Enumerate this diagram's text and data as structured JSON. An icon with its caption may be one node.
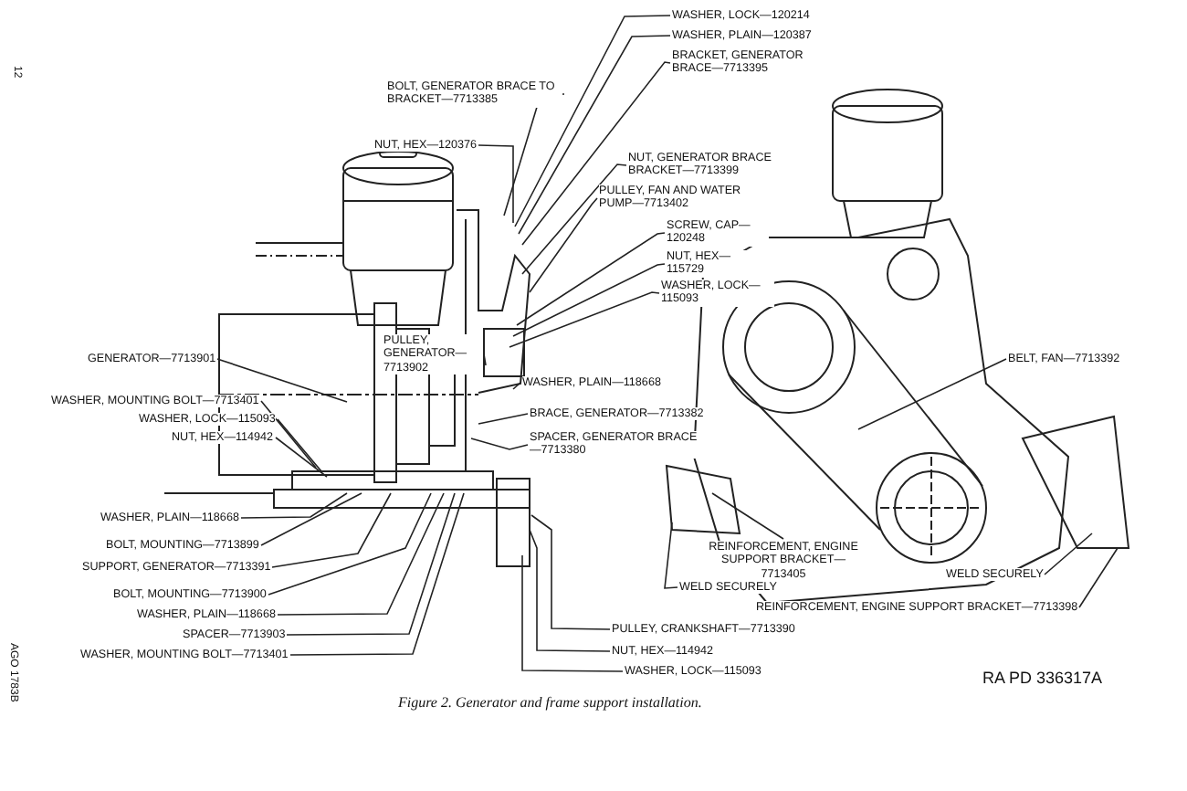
{
  "diagram": {
    "caption": "Figure 2. Generator and frame support installation.",
    "nodes": [
      {
        "text": [
          "BOLT, GENERATOR BRACE TO BRACKET—7713385"
        ]
      },
      {
        "text": [
          "NUT, HEX—120376"
        ]
      },
      {
        "text": [
          "WASHER, LOCK—120214"
        ]
      },
      {
        "text": [
          "WASHER, PLAIN—120387"
        ]
      },
      {
        "text": [
          "BRACKET, GENERATOR BRACE—7713395"
        ]
      },
      {
        "text": [
          "NUT, GENERATOR BRACE BRACKET—7713399"
        ]
      },
      {
        "text": [
          "PULLEY, FAN AND WATER PUMP—7713402"
        ]
      },
      {
        "text": [
          "SCREW, CAP—120248"
        ]
      },
      {
        "text": [
          "NUT, HEX—115729"
        ]
      },
      {
        "text": [
          "WASHER, LOCK—115093"
        ]
      },
      {
        "text": [
          "PULLEY, GENERATOR—7713902"
        ]
      },
      {
        "text": [
          "GENERATOR—7713901"
        ]
      },
      {
        "text": [
          "WASHER, PLAIN—118668"
        ]
      },
      {
        "text": [
          "BRACE, GENERATOR—7713382"
        ]
      },
      {
        "text": [
          "SPACER, GENERATOR BRACE—7713380"
        ]
      },
      {
        "text": [
          "WASHER, MOUNTING BOLT—7713401"
        ]
      },
      {
        "text": [
          "WASHER, LOCK—115093"
        ]
      },
      {
        "text": [
          "NUT, HEX—114942"
        ]
      },
      {
        "text": [
          "WASHER, PLAIN—118668"
        ]
      },
      {
        "text": [
          "BOLT, MOUNTING—7713899"
        ]
      },
      {
        "text": [
          "SUPPORT, GENERATOR—7713391"
        ]
      },
      {
        "text": [
          "BOLT, MOUNTING—7713900"
        ]
      },
      {
        "text": [
          "WASHER, PLAIN—118668"
        ]
      },
      {
        "text": [
          "SPACER—7713903"
        ]
      },
      {
        "text": [
          "WASHER, MOUNTING BOLT—7713401"
        ]
      },
      {
        "text": [
          "PULLEY, CRANKSHAFT—7713390"
        ]
      },
      {
        "text": [
          "NUT, HEX—114942"
        ]
      },
      {
        "text": [
          "WASHER, LOCK—115093"
        ]
      },
      {
        "text": [
          "REINFORCEMENT, ENGINE SUPPORT BRACKET—7713405"
        ]
      },
      {
        "text": [
          "WELD SECURELY"
        ]
      },
      {
        "text": [
          "BELT, FAN—7713392"
        ]
      },
      {
        "text": [
          "WELD SECURELY"
        ]
      },
      {
        "text": [
          "REINFORCEMENT, ENGINE SUPPORT BRACKET—7713398"
        ]
      }
    ],
    "edges": [
      {
        "from": 0,
        "to": null,
        "arrow": "none"
      },
      {
        "from": 1,
        "to": null,
        "arrow": "none"
      },
      {
        "from": 2,
        "to": null,
        "arrow": "none"
      },
      {
        "from": 3,
        "to": null,
        "arrow": "none"
      },
      {
        "from": 4,
        "to": null,
        "arrow": "none"
      },
      {
        "from": 5,
        "to": null,
        "arrow": "none"
      },
      {
        "from": 6,
        "to": null,
        "arrow": "none"
      },
      {
        "from": 7,
        "to": null,
        "arrow": "none"
      },
      {
        "from": 8,
        "to": null,
        "arrow": "none"
      },
      {
        "from": 9,
        "to": null,
        "arrow": "none"
      },
      {
        "from": 10,
        "to": null,
        "arrow": "none"
      },
      {
        "from": 11,
        "to": null,
        "arrow": "none"
      },
      {
        "from": 12,
        "to": null,
        "arrow": "none"
      },
      {
        "from": 13,
        "to": null,
        "arrow": "none"
      },
      {
        "from": 14,
        "to": null,
        "arrow": "none"
      },
      {
        "from": 15,
        "to": null,
        "arrow": "none"
      },
      {
        "from": 16,
        "to": null,
        "arrow": "none"
      },
      {
        "from": 17,
        "to": null,
        "arrow": "none"
      },
      {
        "from": 18,
        "to": null,
        "arrow": "none"
      },
      {
        "from": 19,
        "to": null,
        "arrow": "none"
      },
      {
        "from": 20,
        "to": null,
        "arrow": "none"
      },
      {
        "from": 21,
        "to": null,
        "arrow": "none"
      },
      {
        "from": 22,
        "to": null,
        "arrow": "none"
      },
      {
        "from": 23,
        "to": null,
        "arrow": "none"
      },
      {
        "from": 24,
        "to": null,
        "arrow": "none"
      },
      {
        "from": 25,
        "to": null,
        "arrow": "none"
      },
      {
        "from": 26,
        "to": null,
        "arrow": "none"
      },
      {
        "from": 27,
        "to": null,
        "arrow": "none"
      },
      {
        "from": 28,
        "to": null,
        "arrow": "none"
      },
      {
        "from": 29,
        "to": null,
        "arrow": "none"
      },
      {
        "from": 30,
        "to": null,
        "arrow": "none"
      },
      {
        "from": 31,
        "to": null,
        "arrow": "none"
      },
      {
        "from": 32,
        "to": null,
        "arrow": "none"
      }
    ],
    "labels": [
      "12",
      "AGO 1783B",
      "RA PD 336317A"
    ]
  }
}
